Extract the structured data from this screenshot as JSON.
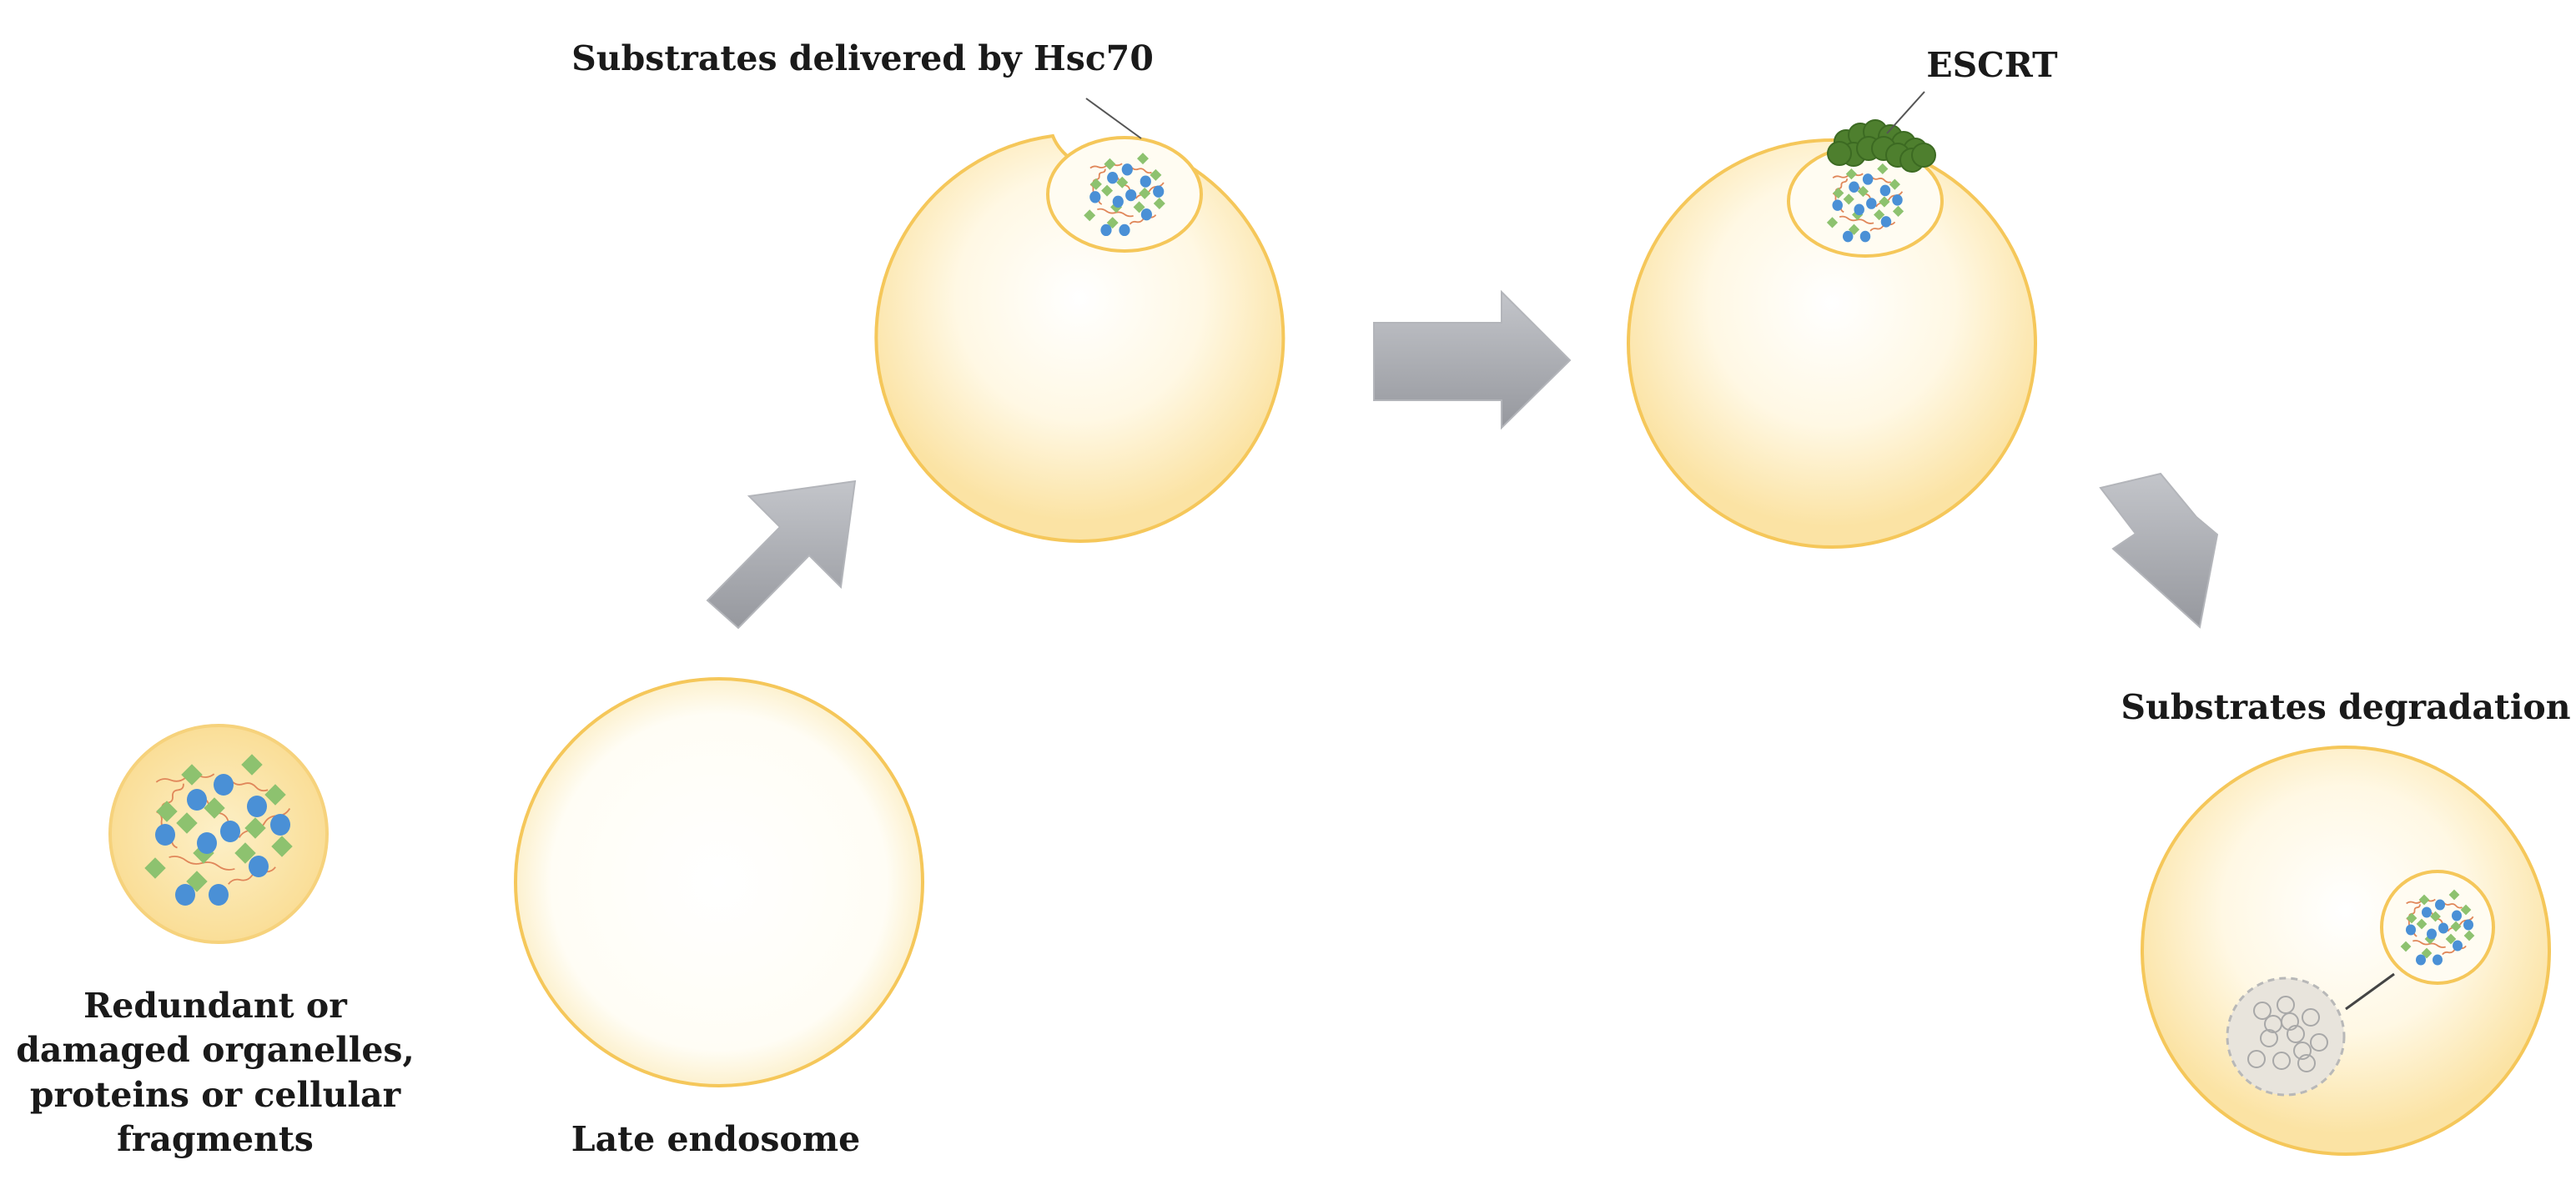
{
  "labels": {
    "redundant_line1": "Redundant or",
    "redundant_line2": "damaged organelles,",
    "redundant_line3": "proteins or cellular",
    "redundant_line4": "fragments",
    "late_endosome": "Late endosome",
    "substrates_delivered": "Substrates delivered by Hsc70",
    "escrt": "ESCRT",
    "substrates_degradation": "Substrates degradation"
  },
  "colors": {
    "membrane": "#f5c75a",
    "lumen_center": "#ffffff",
    "lumen_edge": "#fbe8b0",
    "cargo_fill": "#fbe4a6",
    "protein_blue": "#4a90d6",
    "diamond_green": "#8dc26f",
    "filament_orange": "#e0875a",
    "arrow_gray": "#a9abb1",
    "escrt_green": "#4e7f2e",
    "degraded_gray": "#c8c8c8"
  }
}
